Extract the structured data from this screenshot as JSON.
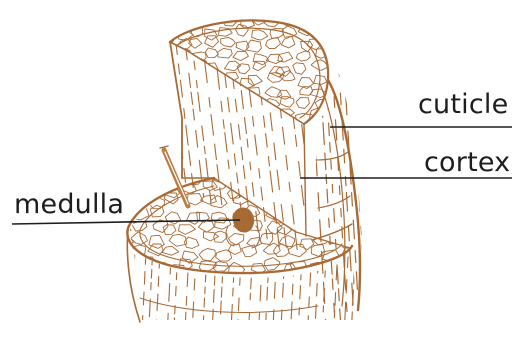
{
  "labels": {
    "cuticle": "cuticle",
    "cortex": "cortex",
    "medulla": "medulla"
  },
  "colors": {
    "ink": "#a86a35",
    "ink_light": "#c8935f",
    "ink_dark": "#8a4f22",
    "leader_line": "#1e1e1e",
    "background": "#ffffff"
  }
}
